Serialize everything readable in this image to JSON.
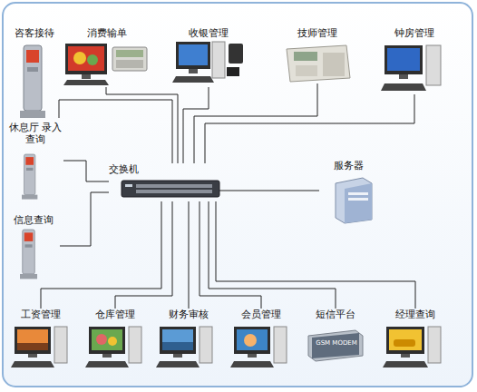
{
  "diagram": {
    "nodes": [
      {
        "text": [
          "咨客接待"
        ]
      },
      {
        "text": [
          "消费输单"
        ]
      },
      {
        "text": [
          "收银管理"
        ]
      },
      {
        "text": [
          "技师管理"
        ]
      },
      {
        "text": [
          "钟房管理"
        ]
      },
      {
        "text": [
          "休息厅 录入查询"
        ]
      },
      {
        "text": [
          "交换机"
        ]
      },
      {
        "text": [
          "服务器"
        ]
      },
      {
        "text": [
          "信息查询"
        ]
      },
      {
        "text": [
          "工资管理"
        ]
      },
      {
        "text": [
          "仓库管理"
        ]
      },
      {
        "text": [
          "财务审核"
        ]
      },
      {
        "text": [
          "会员管理"
        ]
      },
      {
        "text": [
          "短信平台"
        ]
      },
      {
        "text": [
          "经理查询"
        ]
      }
    ],
    "edges": [
      {
        "from": 0,
        "to": 6,
        "arrow": "none"
      },
      {
        "from": 1,
        "to": 6,
        "arrow": "none"
      },
      {
        "from": 2,
        "to": 6,
        "arrow": "none"
      },
      {
        "from": 3,
        "to": 6,
        "arrow": "none"
      },
      {
        "from": 4,
        "to": 6,
        "arrow": "none"
      },
      {
        "from": 5,
        "to": 6,
        "arrow": "none"
      },
      {
        "from": 7,
        "to": 6,
        "arrow": "none"
      },
      {
        "from": 8,
        "to": 6,
        "arrow": "none"
      },
      {
        "from": 9,
        "to": 6,
        "arrow": "none"
      },
      {
        "from": 10,
        "to": 6,
        "arrow": "none"
      },
      {
        "from": 11,
        "to": 6,
        "arrow": "none"
      },
      {
        "from": 12,
        "to": 6,
        "arrow": "none"
      },
      {
        "from": 13,
        "to": 6,
        "arrow": "none"
      },
      {
        "from": 14,
        "to": 6,
        "arrow": "none"
      }
    ],
    "labels": [
      "GSM MODEM"
    ]
  }
}
